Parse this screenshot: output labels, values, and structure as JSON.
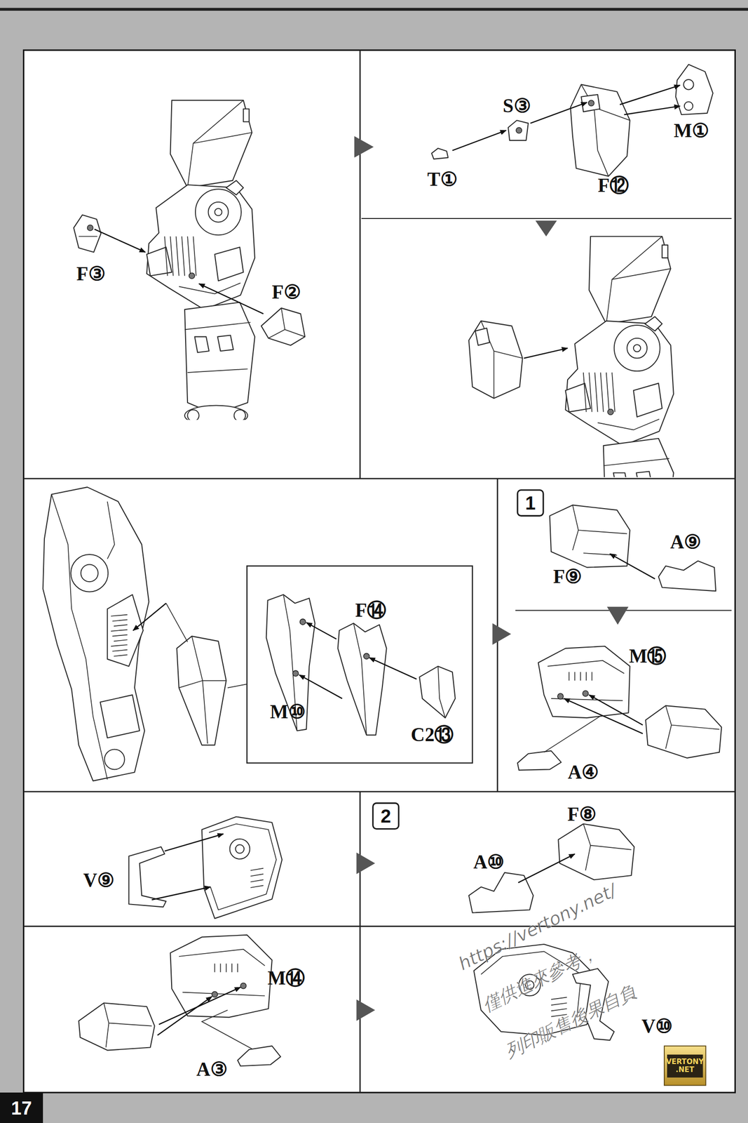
{
  "diagram": {
    "nodes": [
      {
        "text": [
          "1"
        ]
      },
      {
        "text": [
          "2"
        ]
      }
    ],
    "labels": [
      "F③",
      "F②",
      "S③",
      "M①",
      "T①",
      "F⑫",
      "F⑭",
      "M⑩",
      "C2⑬",
      "A⑨",
      "F⑨",
      "M⑮",
      "A④",
      "V⑨",
      "F⑧",
      "A⑩",
      "M⑭",
      "A③",
      "V⑩",
      "https://vertony.net/",
      "僅供進來參考，",
      "列印販售後果自負",
      "VERTONY",
      ".NET",
      "17"
    ]
  }
}
